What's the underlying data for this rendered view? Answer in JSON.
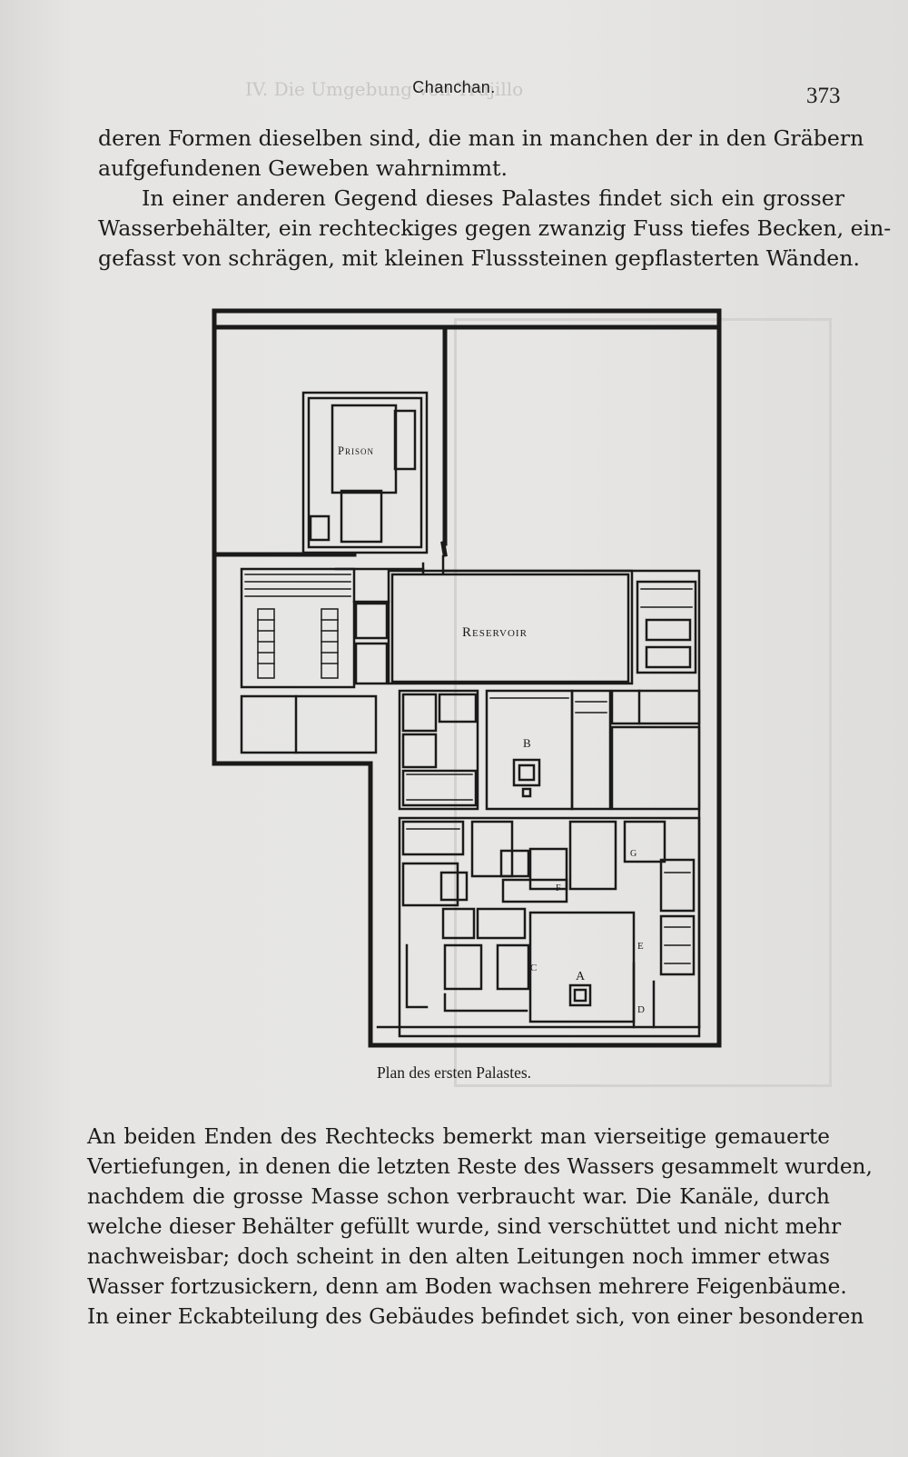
{
  "header": {
    "title": "Chanchan.",
    "page_number": "373"
  },
  "paragraph_top": [
    "deren Formen dieselben sind, die man in manchen der in den Gräbern",
    "aufgefundenen Geweben wahrnimmt.",
    "In einer anderen Gegend dieses Palastes findet sich ein grosser",
    "Wasserbehälter, ein rechteckiges gegen zwanzig Fuss tiefes Becken, ein-",
    "gefasst von schrägen, mit kleinen Flusssteinen gepflasterten Wänden."
  ],
  "figure": {
    "labels": {
      "prison": "Prison",
      "reservoir": "Reservoir",
      "a": "A",
      "b": "B",
      "c": "C",
      "d": "D",
      "e": "E",
      "f": "F",
      "g": "G"
    },
    "caption": "Plan des ersten Palastes."
  },
  "paragraph_bottom": [
    "An beiden Enden des Rechtecks bemerkt man vierseitige gemauerte",
    "Vertiefungen, in denen die letzten Reste des Wassers gesammelt wurden,",
    "nachdem die grosse Masse schon verbraucht war. Die Kanäle, durch",
    "welche dieser Behälter gefüllt wurde, sind verschüttet und nicht mehr",
    "nachweisbar; doch scheint in den alten Leitungen noch immer etwas",
    "Wasser fortzusickern, denn am Boden wachsen mehrere Feigenbäume.",
    "In einer Eckabteilung des Gebäudes befindet sich, von einer besonderen"
  ]
}
